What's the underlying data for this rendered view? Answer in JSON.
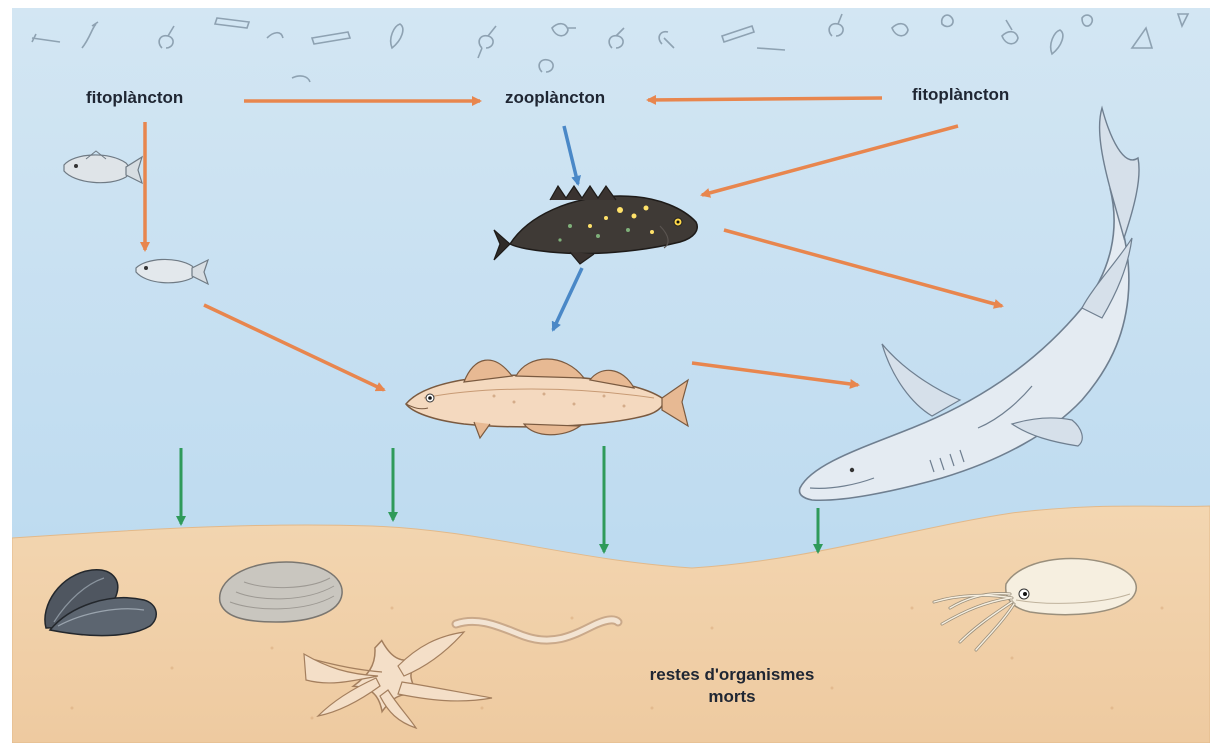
{
  "labels": {
    "phytoplankton_left": "fitoplàncton",
    "zooplankton": "zooplàncton",
    "phytoplankton_right": "fitoplàncton",
    "dead_remains_line1": "restes d'organismes",
    "dead_remains_line2": "morts"
  },
  "colors": {
    "water_top": "#cfe3f1",
    "water_bottom": "#b9d9f0",
    "sediment": "#f1d2ab",
    "feeding_arrow": "#e8864e",
    "zooplankton_arrow": "#4a88c7",
    "sinking_arrow": "#2f9a5a"
  },
  "organisms": [
    "phytoplankton",
    "zooplankton",
    "small-fish",
    "grouper",
    "cod",
    "shark",
    "mussel",
    "clam",
    "starfish",
    "worm",
    "squid"
  ]
}
